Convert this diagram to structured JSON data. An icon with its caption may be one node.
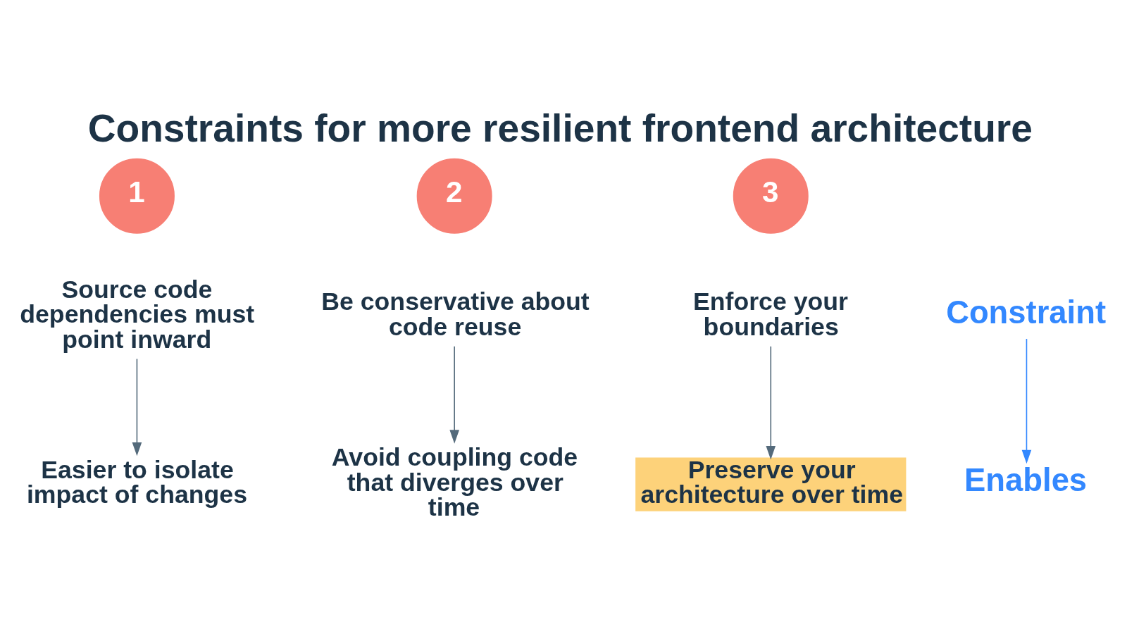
{
  "diagram": {
    "title": "Constraints for more resilient frontend architecture",
    "nodes": [
      {
        "text": [
          "1"
        ]
      },
      {
        "text": [
          "Source code dependencies must point inward"
        ]
      },
      {
        "text": [
          "Easier to isolate impact of changes"
        ]
      },
      {
        "text": [
          "2"
        ]
      },
      {
        "text": [
          "Be conservative about code reuse"
        ]
      },
      {
        "text": [
          "Avoid coupling code that diverges over time"
        ]
      },
      {
        "text": [
          "3"
        ]
      },
      {
        "text": [
          "Enforce your boundaries"
        ]
      },
      {
        "text": [
          "Preserve your architecture over time"
        ]
      },
      {
        "text": [
          "Constraint"
        ]
      },
      {
        "text": [
          "Enables"
        ]
      }
    ],
    "edges": [
      {
        "from": 1,
        "to": 2,
        "arrow": "to"
      },
      {
        "from": 4,
        "to": 5,
        "arrow": "to"
      },
      {
        "from": 7,
        "to": 8,
        "arrow": "to"
      },
      {
        "from": 9,
        "to": 10,
        "arrow": "to",
        "color": "#3388ff"
      }
    ]
  }
}
